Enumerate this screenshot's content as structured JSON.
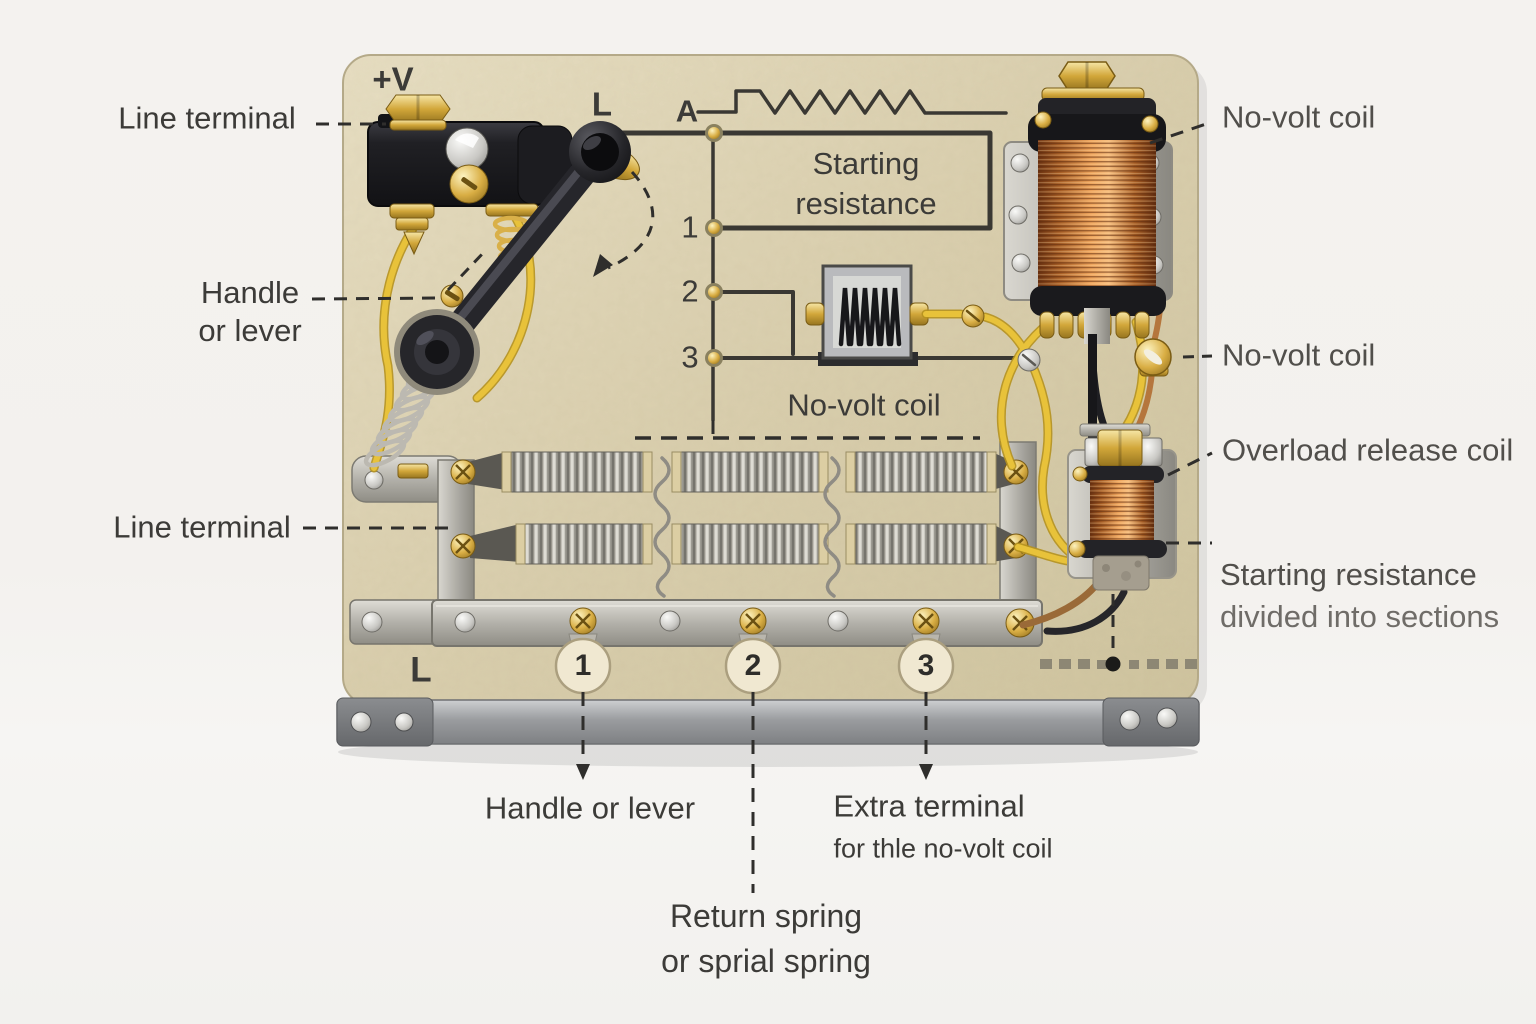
{
  "title": "Motor starter cutaway diagram",
  "colors": {
    "background": "#f3f1ee",
    "panel_beige": "#d8cda9",
    "brass": "#d4a939",
    "copper": "#c97e41",
    "steel": "#b5b4b0",
    "wire_yellow": "#e8c23a",
    "schematic_line": "#3a3833",
    "label_text": "#3c3b38"
  },
  "schematic": {
    "plus_v": "+V",
    "l": "L",
    "a": "A",
    "starting_resistance": [
      "Starting",
      "resistance"
    ],
    "taps": [
      "1",
      "2",
      "3"
    ],
    "no_volt_coil": "No-volt coil"
  },
  "left_labels": {
    "line_terminal_top": "Line terminal",
    "handle_or_lever": [
      "Handle",
      "or lever"
    ],
    "line_terminal_bottom": "Line terminal"
  },
  "right_labels": {
    "no_volt_coil_1": "No-volt coil",
    "no_volt_coil_2": "No-volt coil",
    "overload_release_coil": "Overload release coil",
    "starting_resistance_divided": [
      "Starting resistance",
      "divided into sections"
    ]
  },
  "bottom_labels": {
    "l": "L",
    "tags": [
      "1",
      "2",
      "3"
    ],
    "handle_or_lever": "Handle or lever",
    "extra_terminal": "Extra terminal",
    "extra_terminal_sub": "for thle no-volt coil",
    "return_spring": [
      "Return spring",
      "or sprial spring"
    ]
  }
}
